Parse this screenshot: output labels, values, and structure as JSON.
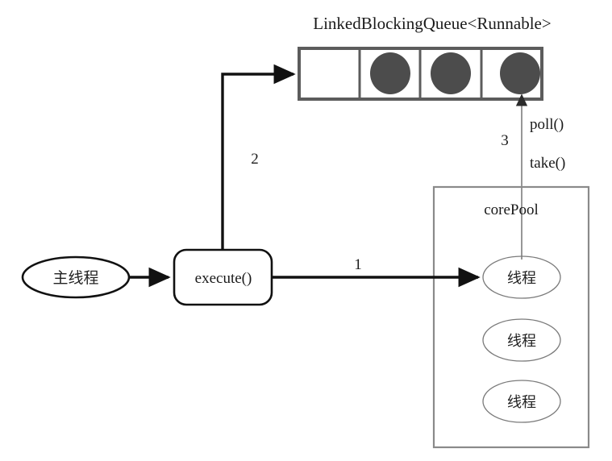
{
  "diagram": {
    "title": "LinkedBlockingQueue<Runnable>",
    "background_color": "#ffffff",
    "queue": {
      "name": "LinkedBlockingQueue<Runnable>",
      "cell_count": 4,
      "cells": [
        {
          "index": 0,
          "filled": false,
          "label": ""
        },
        {
          "index": 1,
          "filled": true,
          "label": ""
        },
        {
          "index": 2,
          "filled": true,
          "label": ""
        },
        {
          "index": 3,
          "filled": true,
          "label": ""
        }
      ],
      "task_color": "#4c4c4c",
      "border_color": "#5c5c5c"
    },
    "nodes": {
      "main_thread": "主线程",
      "execute": "execute()",
      "core_pool": "corePool",
      "threads": [
        "线程",
        "线程",
        "线程"
      ]
    },
    "edges": {
      "step1": "1",
      "step2": "2",
      "step3": "3",
      "poll": "poll()",
      "take": "take()"
    }
  }
}
